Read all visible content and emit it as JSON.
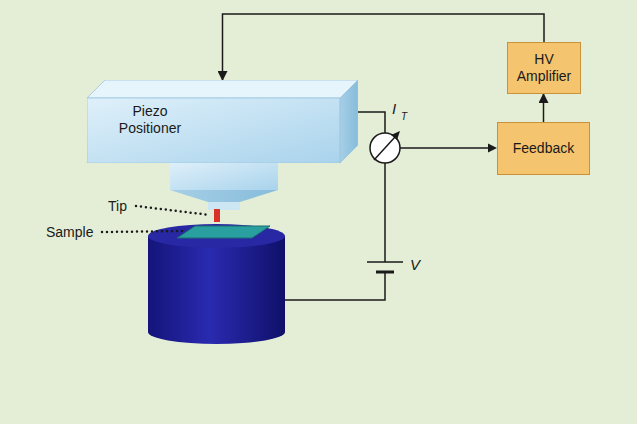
{
  "diagram": {
    "nodes": [
      {
        "text": [
          "Piezo Positioner"
        ]
      },
      {
        "text": [
          "HV Amplifier"
        ]
      },
      {
        "text": [
          "Feedback"
        ]
      }
    ],
    "edges": [
      {
        "from": 2,
        "to": 1,
        "arrow": "to"
      },
      {
        "from": 1,
        "to": 0,
        "arrow": "to"
      }
    ],
    "labels": [
      "Tip",
      "Sample",
      "I",
      "T",
      "V"
    ]
  }
}
